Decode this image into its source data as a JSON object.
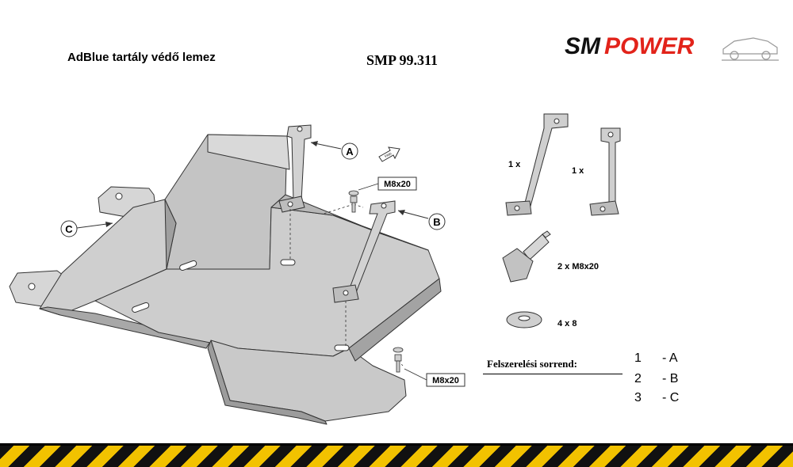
{
  "header": {
    "title": "AdBlue tartály védő lemez",
    "product_code": "SMP 99.311",
    "logo": {
      "part1": "SM",
      "part2": "POWER",
      "color1": "#111111",
      "color2": "#e2231a"
    }
  },
  "diagram": {
    "callouts": {
      "a": "A",
      "b": "B",
      "c": "C"
    },
    "bolt_label_top": "M8x20",
    "bolt_label_bottom": "M8x20",
    "direction_mark": "FWD"
  },
  "parts": {
    "bracket_1_qty": "1 x",
    "bracket_2_qty": "1 x",
    "bolt_text": "2  x   M8x20",
    "washer_text": "4  x   8"
  },
  "sequence": {
    "title": "Felszerelési sorrend:",
    "steps": [
      {
        "number": "1",
        "letter": "- A"
      },
      {
        "number": "2",
        "letter": "- B"
      },
      {
        "number": "3",
        "letter": "- C"
      }
    ]
  },
  "colors": {
    "plate": "#c8c8c8",
    "plate_dark": "#9a9a9a",
    "hazard_yellow": "#f2c200",
    "hazard_black": "#111111"
  }
}
